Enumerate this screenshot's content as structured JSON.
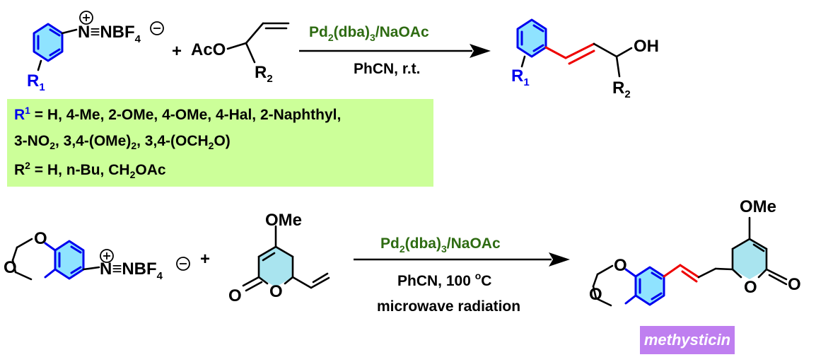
{
  "reaction1": {
    "diazonium_text": "N≡NBF",
    "diazonium_sub": "4",
    "plus1": "+",
    "allyl_group": "AcO",
    "r2_base": "R",
    "r2_sub": "2",
    "r1_base": "R",
    "r1_sub": "1",
    "catalyst_base": "Pd",
    "catalyst_sub1": "2",
    "catalyst_mid": "(dba)",
    "catalyst_sub2": "3",
    "catalyst_tail": "/NaOAc",
    "solvent": "PhCN, r.t.",
    "product_oh": "OH"
  },
  "substituents": {
    "line1_head": "R",
    "line1_sup": "1",
    "line1_text": " = H, 4-Me, 2-OMe, 4-OMe, 4-Hal, 2-Naphthyl,",
    "line2_a": "3-NO",
    "line2_sub1": "2",
    "line2_b": ", 3,4-(OMe)",
    "line2_sub2": "2",
    "line2_c": ", 3,4-(OCH",
    "line2_sub3": "2",
    "line2_d": "O)",
    "line3_head": "R",
    "line3_sup": "2",
    "line3_text": " = H, n-Bu, CH",
    "line3_sub": "2",
    "line3_tail": "OAc"
  },
  "reaction2": {
    "diazonium_text": "N≡NBF",
    "diazonium_sub": "4",
    "plus2": "+",
    "ome": "OMe",
    "oxygen": "O",
    "catalyst_base": "Pd",
    "catalyst_sub1": "2",
    "catalyst_mid": "(dba)",
    "catalyst_sub2": "3",
    "catalyst_tail": "/NaOAc",
    "solvent_a": "PhCN, 100 ",
    "solvent_sup": "o",
    "solvent_b": "C",
    "condition2": "microwave radiation",
    "product_name": "methysticin"
  },
  "colors": {
    "ring_stroke": "#0000ee",
    "ring_fill": "#33ccff",
    "new_bond": "#ee0000",
    "catalyst_text": "#2e6b12",
    "substituent_box": "#ccff99",
    "product_tag": "#bf7ff0"
  }
}
